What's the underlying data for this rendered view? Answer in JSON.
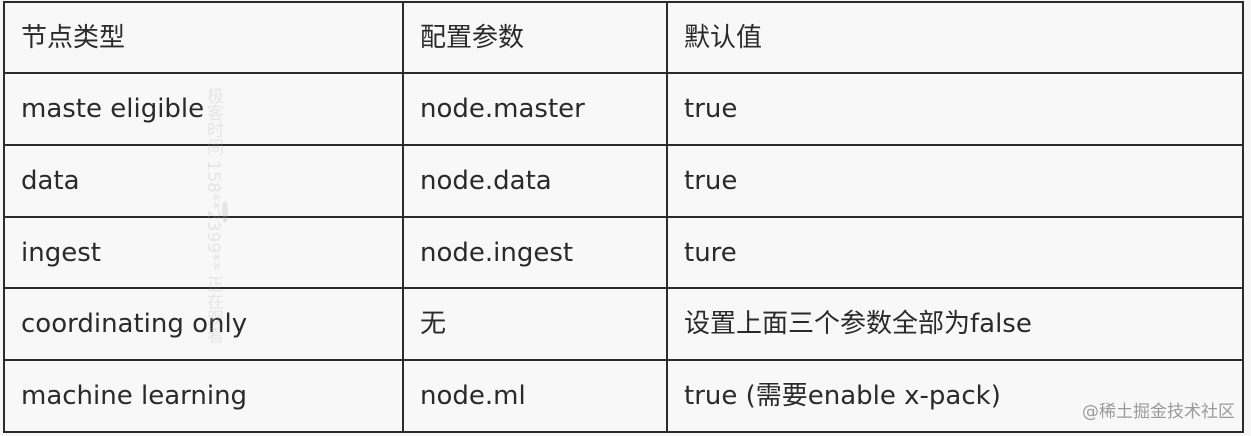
{
  "table": {
    "headers": [
      "节点类型",
      "配置参数",
      "默认值"
    ],
    "rows": [
      [
        "maste eligible",
        "node.master",
        "true"
      ],
      [
        "data",
        "node.data",
        "true"
      ],
      [
        "ingest",
        "node.ingest",
        "ture"
      ],
      [
        "coordinating only",
        "无",
        "设置上面三个参数全部为false"
      ],
      [
        "machine learning",
        "node.ml",
        "true (需要enable x-pack)"
      ]
    ]
  },
  "watermark": {
    "side_text": "极客时间 158**2399**  正在观看",
    "corner_text": "@稀土掘金技术社区"
  },
  "colors": {
    "border": "#2b2b2b",
    "text": "#2a2a2a",
    "background": "#f8f8f8"
  }
}
